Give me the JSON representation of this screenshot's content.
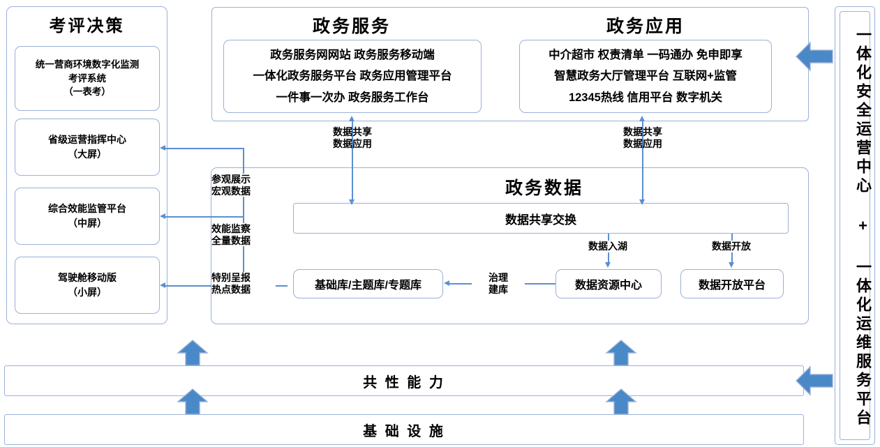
{
  "diagram": {
    "title_assessment": "考评决策",
    "title_gov_service": "政务服务",
    "title_gov_app": "政务应用",
    "title_gov_data": "政务数据",
    "right_rail_text": "一体化安全运营中心 + 一体化运维服务平台",
    "accent_color": "#4a89c8",
    "line_color": "#5b8fd0",
    "border_color": "#9ab0d8"
  },
  "assessment_panel": {
    "title": "考评决策",
    "items": [
      {
        "line1": "统一营商环境数字化监测",
        "line2": "考评系统",
        "line3": "（一表考）"
      },
      {
        "line1": "省级运营指挥中心",
        "line2": "（大屏）",
        "line3": ""
      },
      {
        "line1": "综合效能监管平台",
        "line2": "（中屏）",
        "line3": ""
      },
      {
        "line1": "驾驶舱移动版",
        "line2": "（小屏）",
        "line3": ""
      }
    ]
  },
  "gov_service_panel": {
    "title": "政务服务",
    "lines": [
      "政务服务网网站 政务服务移动端",
      "一体化政务服务平台 政务应用管理平台",
      "一件事一次办 政务服务工作台"
    ]
  },
  "gov_app_panel": {
    "title": "政务应用",
    "lines": [
      "中介超市 权责清单 一码通办 免申即享",
      "智慧政务大厅管理平台 互联网+监管",
      "12345热线 信用平台 数字机关"
    ]
  },
  "gov_data_panel": {
    "title": "政务数据",
    "exchange_bar": "数据共享交换",
    "nodes": {
      "library": "基础库/主题库/专题库",
      "resource_center": "数据资源中心",
      "open_platform": "数据开放平台"
    },
    "flow_labels": {
      "to_service": "数据共享\n数据应用",
      "to_app": "数据共享\n数据应用",
      "into_lake": "数据入湖",
      "open_data": "数据开放",
      "governance": "治理\n建库",
      "left_out_1": "参观展示\n宏观数据",
      "left_out_2": "效能监察\n全量数据",
      "left_out_3": "特别呈报\n热点数据"
    }
  },
  "foundation_bars": {
    "common_capability": "共 性 能 力",
    "infrastructure": "基 础 设 施"
  },
  "right_rail": {
    "text": "一体化安全运营中心 + 一体化运维服务平台"
  }
}
